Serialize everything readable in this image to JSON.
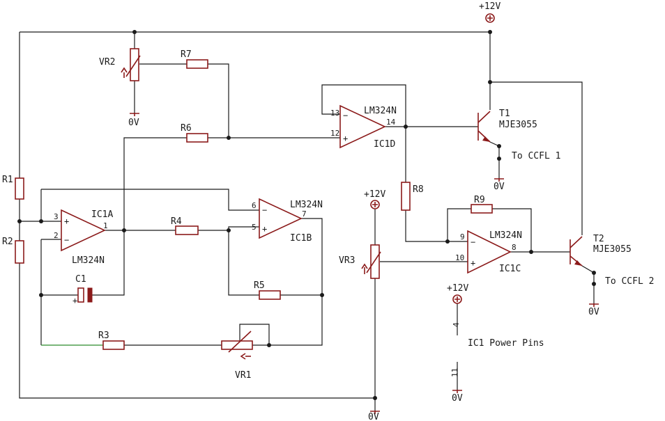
{
  "supply": {
    "pos": "+12V",
    "gnd": "0V"
  },
  "opamps": {
    "ic1a": {
      "name": "IC1A",
      "part": "LM324N",
      "pin_in_pos": "3",
      "pin_in_neg": "2",
      "pin_out": "1"
    },
    "ic1b": {
      "name": "IC1B",
      "part": "LM324N",
      "pin_in_pos": "5",
      "pin_in_neg": "6",
      "pin_out": "7"
    },
    "ic1c": {
      "name": "IC1C",
      "part": "LM324N",
      "pin_in_pos": "10",
      "pin_in_neg": "9",
      "pin_out": "8"
    },
    "ic1d": {
      "name": "IC1D",
      "part": "LM324N",
      "pin_in_pos": "12",
      "pin_in_neg": "13",
      "pin_out": "14"
    }
  },
  "resistors": {
    "r1": "R1",
    "r2": "R2",
    "r3": "R3",
    "r4": "R4",
    "r5": "R5",
    "r6": "R6",
    "r7": "R7",
    "r8": "R8",
    "r9": "R9"
  },
  "pots": {
    "vr1": "VR1",
    "vr2": "VR2",
    "vr3": "VR3"
  },
  "capacitors": {
    "c1": "C1"
  },
  "transistors": {
    "t1": {
      "name": "T1",
      "part": "MJE3055",
      "load": "To CCFL 1"
    },
    "t2": {
      "name": "T2",
      "part": "MJE3055",
      "load": "To CCFL 2"
    }
  },
  "power_pins": {
    "label": "IC1 Power Pins",
    "vcc_pin": "4",
    "gnd_pin": "11"
  },
  "colors": {
    "component": "#8b1a1a",
    "wire": "#1a1a1a",
    "wire_highlight": "#2a8a2a"
  }
}
